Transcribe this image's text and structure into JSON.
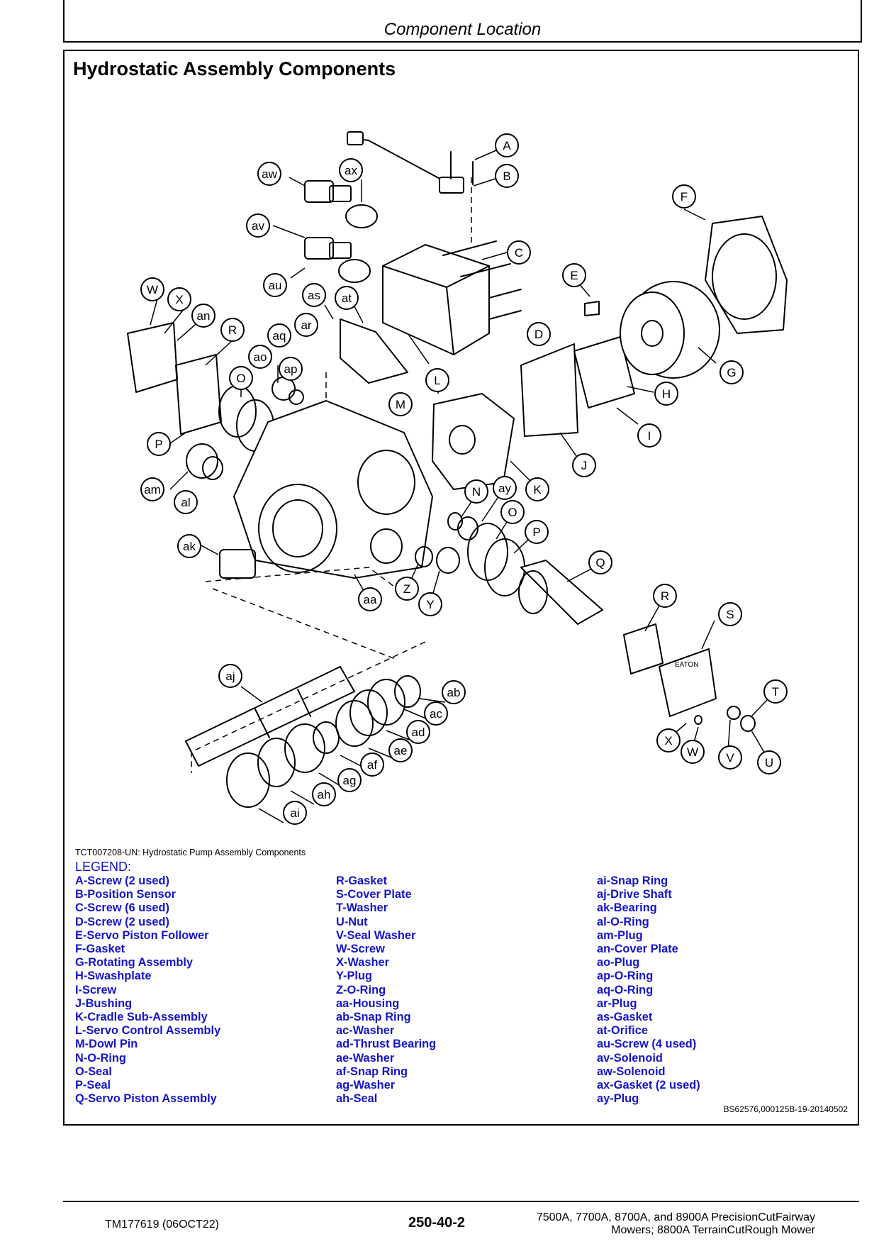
{
  "header": {
    "title": "Component Location"
  },
  "section": {
    "title": "Hydrostatic Assembly Components"
  },
  "figure": {
    "callouts": [
      "A",
      "B",
      "C",
      "D",
      "E",
      "F",
      "G",
      "H",
      "I",
      "J",
      "K",
      "L",
      "M",
      "N",
      "O",
      "P",
      "Q",
      "R",
      "S",
      "T",
      "U",
      "V",
      "W",
      "X",
      "Y",
      "Z",
      "aa",
      "ab",
      "ac",
      "ad",
      "ae",
      "af",
      "ag",
      "ah",
      "ai",
      "aj",
      "ak",
      "al",
      "am",
      "an",
      "ao",
      "ap",
      "aq",
      "ar",
      "as",
      "at",
      "au",
      "av",
      "aw",
      "ax",
      "ay"
    ],
    "plate_marking": "EATON"
  },
  "caption": "TCT007208-UN: Hydrostatic Pump Assembly Components",
  "legend": {
    "title": "LEGEND:",
    "col1": [
      "A-Screw (2 used)",
      "B-Position Sensor",
      "C-Screw (6 used)",
      "D-Screw (2 used)",
      "E-Servo Piston Follower",
      "F-Gasket",
      "G-Rotating Assembly",
      "H-Swashplate",
      "I-Screw",
      "J-Bushing",
      "K-Cradle Sub-Assembly",
      "L-Servo Control Assembly",
      "M-Dowl Pin",
      "N-O-Ring",
      "O-Seal",
      "P-Seal",
      "Q-Servo Piston Assembly"
    ],
    "col2": [
      "R-Gasket",
      "S-Cover Plate",
      "T-Washer",
      "U-Nut",
      "V-Seal Washer",
      "W-Screw",
      "X-Washer",
      "Y-Plug",
      "Z-O-Ring",
      "aa-Housing",
      "ab-Snap Ring",
      "ac-Washer",
      "ad-Thrust Bearing",
      "ae-Washer",
      "af-Snap Ring",
      "ag-Washer",
      "ah-Seal"
    ],
    "col3": [
      "ai-Snap Ring",
      "aj-Drive Shaft",
      "ak-Bearing",
      "al-O-Ring",
      "am-Plug",
      "an-Cover Plate",
      "ao-Plug",
      "ap-O-Ring",
      "aq-O-Ring",
      "ar-Plug",
      "as-Gasket",
      "at-Orifice",
      "au-Screw (4 used)",
      "av-Solenoid",
      "aw-Solenoid",
      "ax-Gasket (2 used)",
      "ay-Plug"
    ]
  },
  "reference": "BS62576,000125B-19-20140502",
  "footer": {
    "left": "TM177619 (06OCT22)",
    "center": "250-40-2",
    "right_line1": "7500A, 7700A, 8700A, and 8900A PrecisionCutFairway",
    "right_line2": "Mowers; 8800A TerrainCutRough Mower"
  }
}
